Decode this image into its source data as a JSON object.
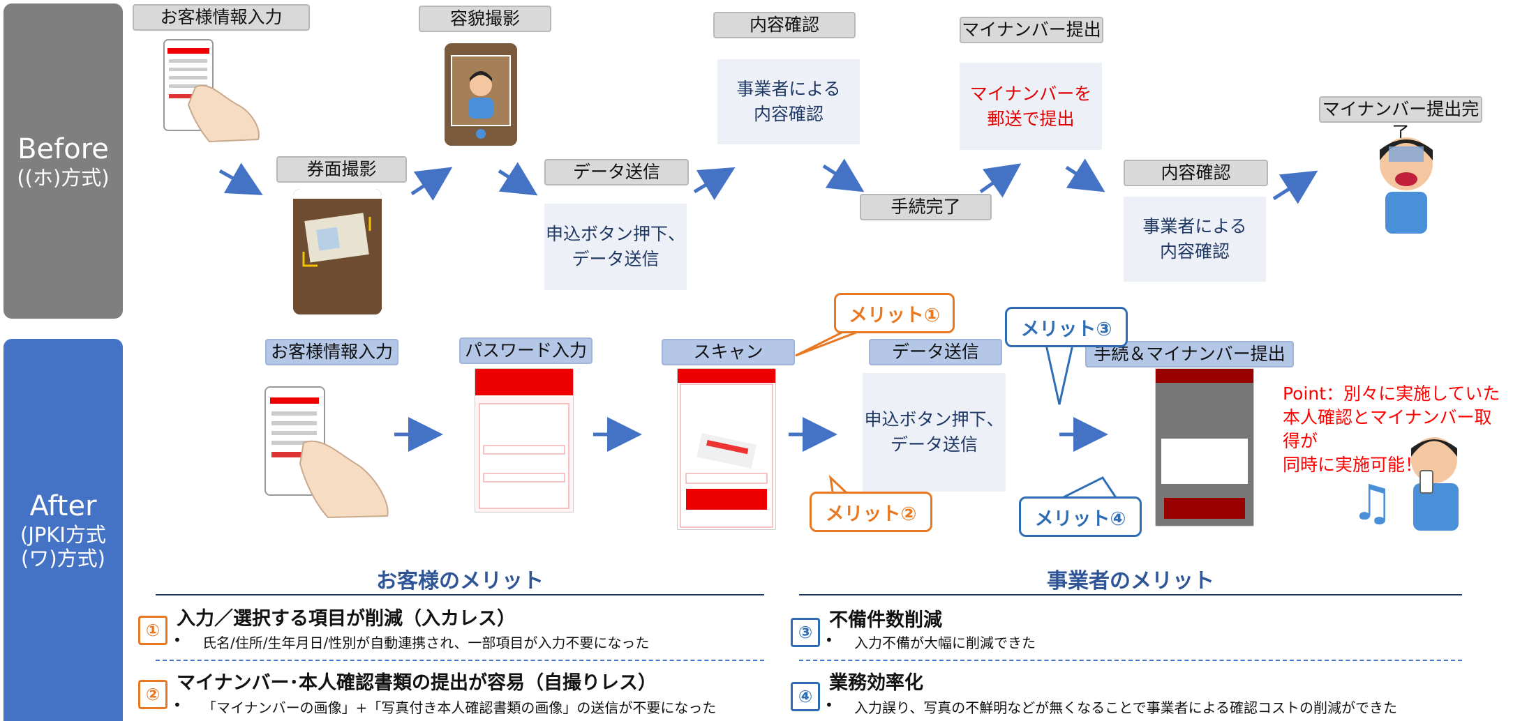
{
  "before": {
    "title": "Before",
    "subtitle": "((ホ)方式)",
    "labels": {
      "customer_info": "お客様情報入力",
      "face_photo": "容貌撮影",
      "content_check": "内容確認",
      "mynumber_submit": "マイナンバー提出",
      "complete_mynumber": "マイナンバー提出完了",
      "card_photo": "券面撮影",
      "data_send": "データ送信",
      "procedure_done": "手続完了",
      "content_check2": "内容確認"
    },
    "panels": {
      "business_check_1": "事業者による\n内容確認",
      "mail_mynumber": "マイナンバーを\n郵送で提出",
      "apply_send": "申込ボタン押下、\nデータ送信",
      "business_check_2": "事業者による\n内容確認"
    }
  },
  "after": {
    "title": "After",
    "subtitle1": "(JPKI方式",
    "subtitle2": "(ワ)方式)",
    "labels": {
      "customer_info": "お客様情報入力",
      "password": "パスワード入力",
      "scan": "スキャン",
      "data_send": "データ送信",
      "complete": "手続＆マイナンバー提出完了"
    },
    "panel_apply_send": "申込ボタン押下、\nデータ送信",
    "callouts": {
      "merit1": "メリット①",
      "merit2": "メリット②",
      "merit3": "メリット③",
      "merit4": "メリット④"
    },
    "point": "Point：別々に実施していた\n本人確認とマイナンバー取得が\n同時に実施可能！"
  },
  "merits": {
    "customer_title": "お客様のメリット",
    "business_title": "事業者のメリット",
    "items": [
      {
        "num": "①",
        "title": "入力／選択する項目が削減（入カレス）",
        "bullet": "氏名/住所/生年月日/性別が自動連携され、一部項目が入力不要になった"
      },
      {
        "num": "②",
        "title": "マイナンバー･本人確認書類の提出が容易（自撮りレス）",
        "bullet": "「マイナンバーの画像」+「写真付き本人確認書類の画像」の送信が不要になった"
      },
      {
        "num": "③",
        "title": "不備件数削減",
        "bullet": "入力不備が大幅に削減できた"
      },
      {
        "num": "④",
        "title": "業務効率化",
        "bullet": "入力誤り、写真の不鮮明などが無くなることで事業者による確認コストの削減ができた"
      }
    ],
    "bullet_mark": "•"
  },
  "colors": {
    "before_bar": "#7f7f7f",
    "after_bar": "#4472c4",
    "arrow": "#4472c4",
    "orange": "#e87722",
    "blue": "#2e6db4",
    "red": "#ff0000"
  }
}
